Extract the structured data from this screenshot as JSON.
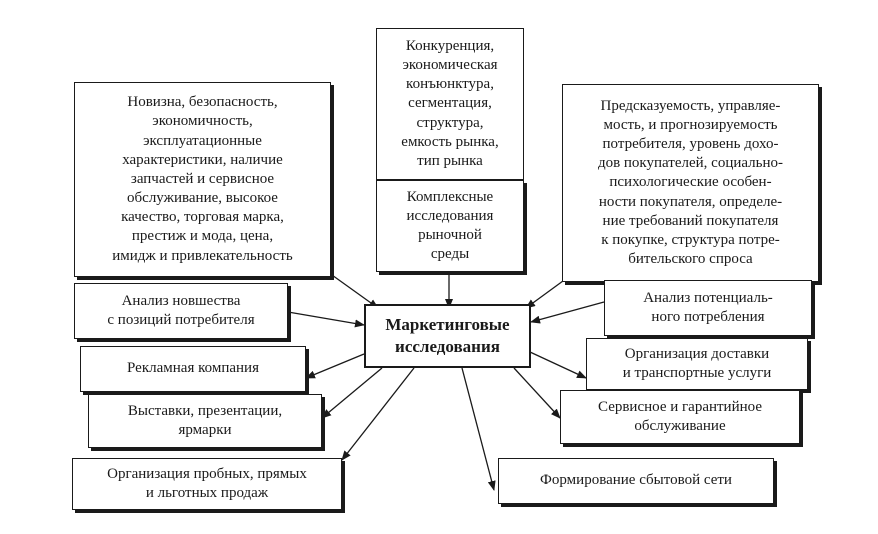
{
  "diagram": {
    "center": "Маркетинговые\nисследования",
    "top_upper": "Конкуренция,\nэкономическая\nконъюнктура,\nсегментация,\nструктура,\nемкость рынка,\nтип рынка",
    "top_lower": "Комплексные\nисследования\nрыночной\nсреды",
    "left_big": "Новизна, безопасность,\nэкономичность,\nэксплуатационные\nхарактеристики, наличие\nзапчастей и сервисное\nобслуживание, высокое\nкачество, торговая марка,\nпрестиж и мода, цена,\nимидж и привлекательность",
    "right_big": "Предсказуемость, управляе-\nмость, и прогнозируемость\nпотребителя, уровень дохо-\nдов покупателей, социально-\nпсихологические особен-\nности покупателя, определе-\nние требований покупателя\nк покупке, структура потре-\nбительского спроса",
    "left_analysis": "Анализ новшества\nс позиций потребителя",
    "right_analysis": "Анализ потенциаль-\nного потребления",
    "advertising": "Рекламная компания",
    "exhibitions": "Выставки, презентации,\nярмарки",
    "trial_sales": "Организация пробных, прямых\nи льготных продаж",
    "delivery": "Организация доставки\nи транспортные услуги",
    "service": "Сервисное и гарантийное\nобслуживание",
    "distribution": "Формирование сбытовой сети"
  }
}
